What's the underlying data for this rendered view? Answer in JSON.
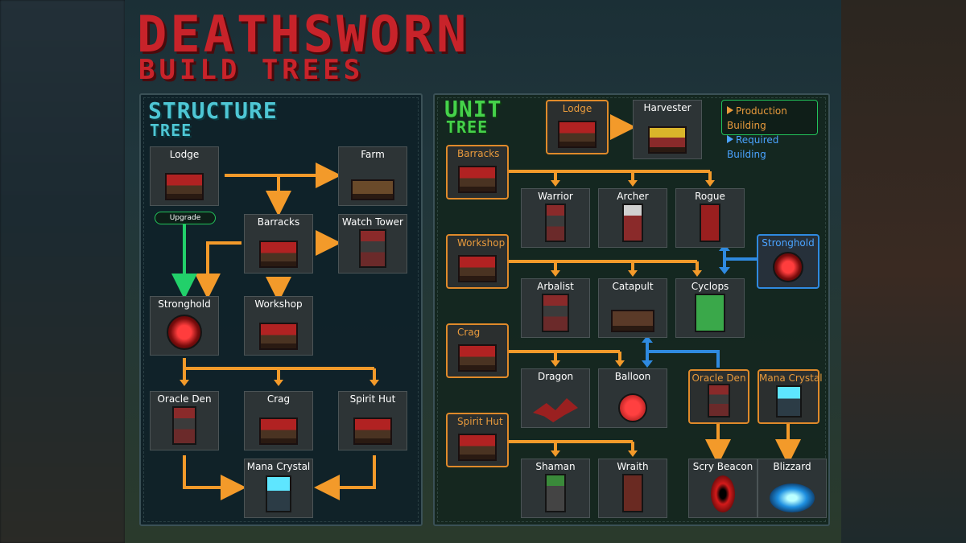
{
  "title": {
    "line1": "DEATHSWORN",
    "line2": "BUILD TREES"
  },
  "structure_tree": {
    "title_line1": "STRUCTURE",
    "title_line2": "TREE",
    "upgrade_badge": "Upgrade",
    "nodes": {
      "lodge": "Lodge",
      "farm": "Farm",
      "barracks": "Barracks",
      "watch_tower": "Watch Tower",
      "stronghold": "Stronghold",
      "workshop": "Workshop",
      "oracle_den": "Oracle Den",
      "crag": "Crag",
      "spirit_hut": "Spirit Hut",
      "mana_crystal": "Mana Crystal"
    }
  },
  "unit_tree": {
    "title_line1": "UNIT",
    "title_line2": "TREE",
    "legend": {
      "production": "Production Building",
      "required": "Required Building"
    },
    "buildings": {
      "lodge": "Lodge",
      "barracks": "Barracks",
      "workshop": "Workshop",
      "crag": "Crag",
      "spirit_hut": "Spirit Hut",
      "stronghold": "Stronghold",
      "oracle_den": "Oracle Den",
      "mana_crystal": "Mana Crystal"
    },
    "units": {
      "harvester": "Harvester",
      "warrior": "Warrior",
      "archer": "Archer",
      "rogue": "Rogue",
      "arbalist": "Arbalist",
      "catapult": "Catapult",
      "cyclops": "Cyclops",
      "dragon": "Dragon",
      "balloon": "Balloon",
      "shaman": "Shaman",
      "wraith": "Wraith",
      "scry_beacon": "Scry Beacon",
      "blizzard": "Blizzard"
    }
  },
  "colors": {
    "orange_arrow": "#f39a2a",
    "blue_arrow": "#2f8ae0",
    "green_arrow": "#22d06a",
    "title_red": "#c8232a"
  }
}
